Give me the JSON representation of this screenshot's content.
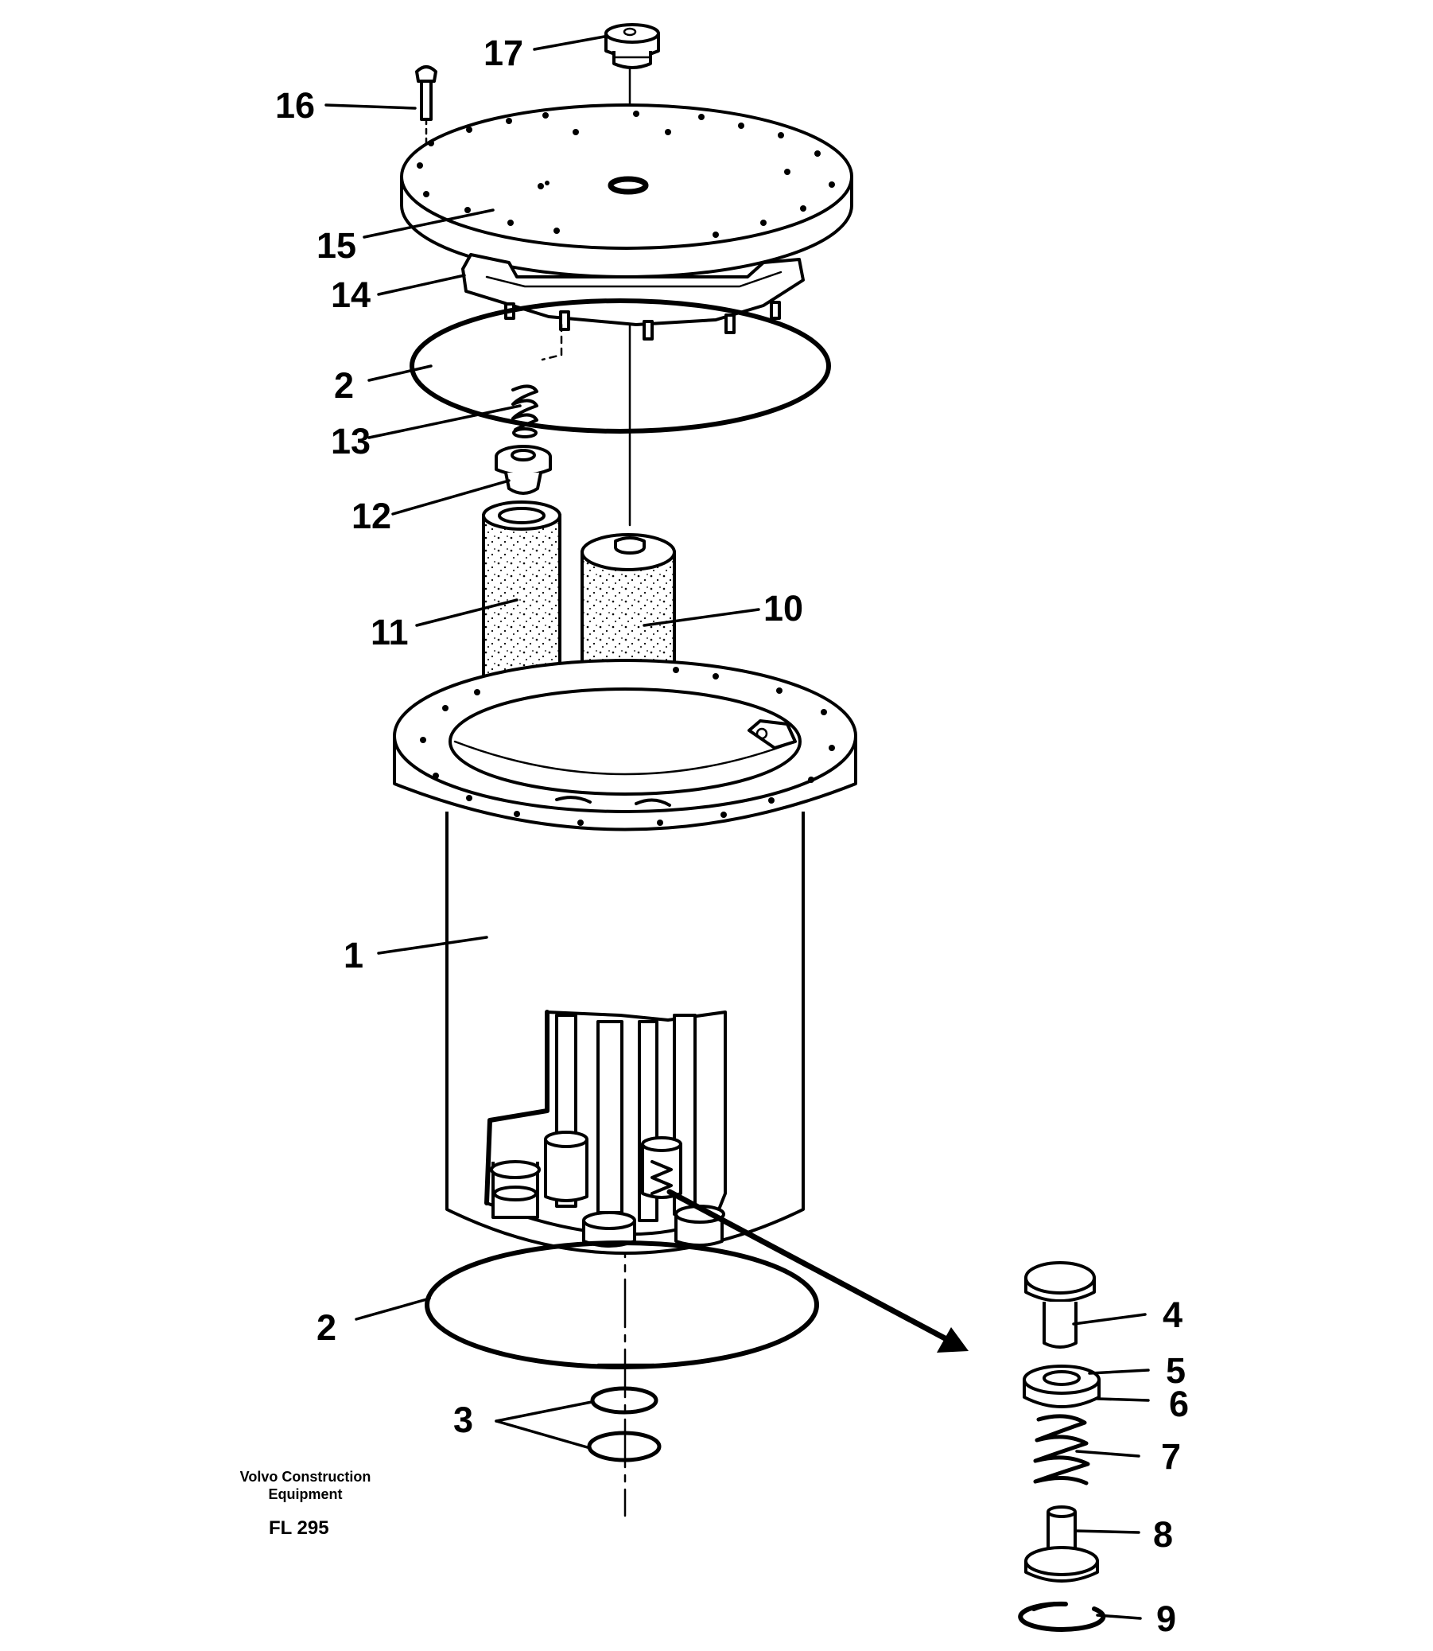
{
  "diagram": {
    "callouts": [
      {
        "id": "c17",
        "text": "17"
      },
      {
        "id": "c16",
        "text": "16"
      },
      {
        "id": "c15",
        "text": "15"
      },
      {
        "id": "c14",
        "text": "14"
      },
      {
        "id": "c2a",
        "text": "2"
      },
      {
        "id": "c13",
        "text": "13"
      },
      {
        "id": "c12",
        "text": "12"
      },
      {
        "id": "c11",
        "text": "11"
      },
      {
        "id": "c10",
        "text": "10"
      },
      {
        "id": "c1",
        "text": "1"
      },
      {
        "id": "c2b",
        "text": "2"
      },
      {
        "id": "c3",
        "text": "3"
      },
      {
        "id": "c4",
        "text": "4"
      },
      {
        "id": "c5",
        "text": "5"
      },
      {
        "id": "c6",
        "text": "6"
      },
      {
        "id": "c7",
        "text": "7"
      },
      {
        "id": "c8",
        "text": "8"
      },
      {
        "id": "c9",
        "text": "9"
      }
    ],
    "caption": {
      "line1": "Volvo Construction",
      "line2": "Equipment",
      "code": "FL 295"
    }
  }
}
